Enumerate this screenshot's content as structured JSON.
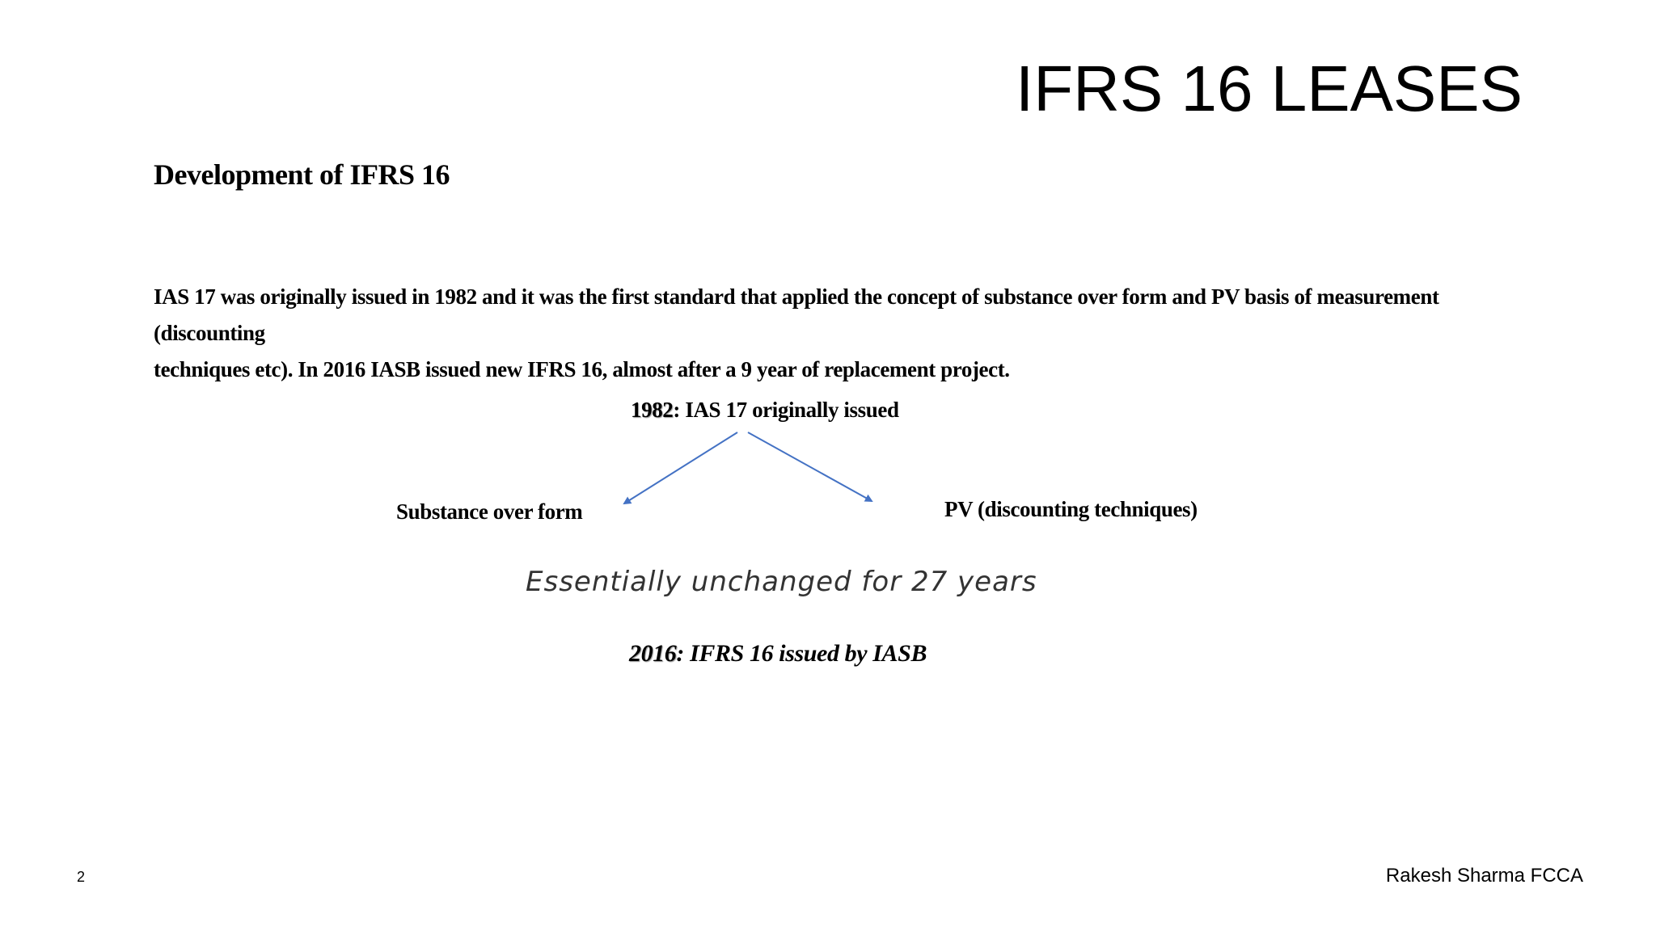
{
  "slide": {
    "title": "IFRS 16 LEASES",
    "heading": "Development of IFRS 16",
    "paragraph_line1": "IAS 17 was originally issued in 1982 and it was the first standard that applied the concept of substance over form and PV basis of measurement (discounting",
    "paragraph_line2": "techniques etc). In 2016 IASB issued new IFRS 16, almost after a 9 year of replacement project.",
    "page_number": "2",
    "author": "Rakesh Sharma FCCA"
  },
  "diagram": {
    "top_year": "1982",
    "top_text": ": IAS 17 originally issued",
    "left_node": "Substance over form",
    "right_node": "PV (discounting techniques)",
    "note": "Essentially unchanged for 27 years",
    "bottom_year": "2016",
    "bottom_text": ": IFRS 16 issued by IASB"
  },
  "colors": {
    "arrow": "#4472C4",
    "text": "#000000",
    "note": "#333333"
  }
}
